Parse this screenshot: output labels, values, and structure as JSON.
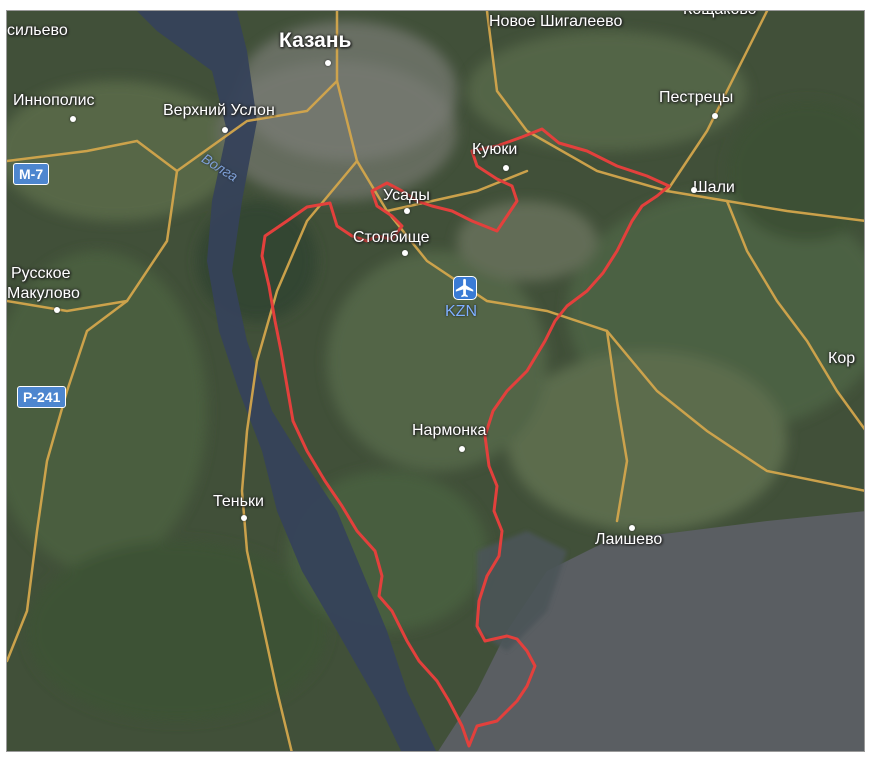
{
  "colors": {
    "land": "#3f4e3b",
    "water": "#5a5f63",
    "river": "#3a4760",
    "road": "#d7a94e",
    "boundary": "#e3403c",
    "shield": "#4d86cf"
  },
  "top_partial_labels": [
    "Новое Шигалеево",
    "Кощаково"
  ],
  "settlements": [
    {
      "key": "kazan",
      "label": "Казань",
      "size": "big"
    },
    {
      "key": "silyevo",
      "label": "сильево"
    },
    {
      "key": "innopolis",
      "label": "Иннополис"
    },
    {
      "key": "verkhniy_uslon",
      "label": "Верхний Услон"
    },
    {
      "key": "pestretsy",
      "label": "Пестрецы"
    },
    {
      "key": "kuyuki",
      "label": "Куюки"
    },
    {
      "key": "shali",
      "label": "Шали"
    },
    {
      "key": "usady",
      "label": "Усады"
    },
    {
      "key": "stolbishche",
      "label": "Столбище"
    },
    {
      "key": "russkoe",
      "label": "Русское"
    },
    {
      "key": "makulovo",
      "label": "Макулово"
    },
    {
      "key": "narmonka",
      "label": "Нармонка"
    },
    {
      "key": "tenki",
      "label": "Теньки"
    },
    {
      "key": "laishevo",
      "label": "Лаишево"
    },
    {
      "key": "kor",
      "label": "Кор"
    }
  ],
  "river_label": "Волга",
  "road_shields": [
    {
      "key": "m7",
      "label": "М-7"
    },
    {
      "key": "r241",
      "label": "Р-241"
    }
  ],
  "airport": {
    "code": "KZN",
    "icon": "airplane-icon"
  }
}
